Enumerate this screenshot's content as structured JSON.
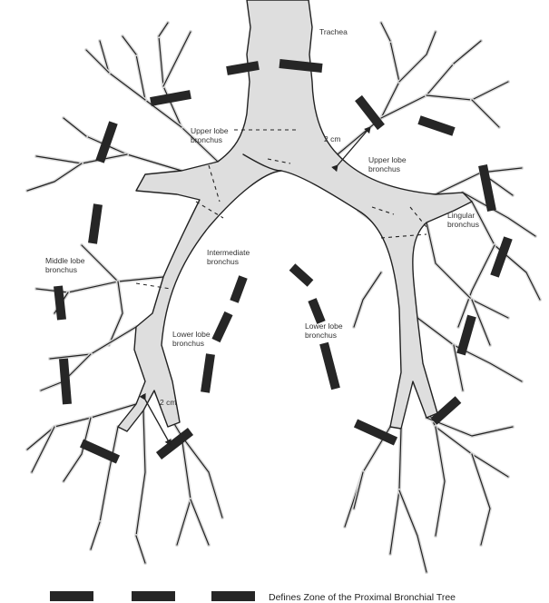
{
  "labels": {
    "trachea": "Trachea",
    "upper_lobe_left": "Upper lobe\nbronchus",
    "upper_lobe_right": "Upper lobe\nbronchus",
    "middle_lobe": "Middle lobe\nbronchus",
    "intermediate": "Intermediate\nbronchus",
    "lower_lobe_left": "Lower lobe\nbronchus",
    "lower_lobe_right": "Lower lobe\nbronchus",
    "lingular": "Lingular\nbronchus",
    "dist_upper": "2 cm",
    "dist_lower": "2 cm"
  },
  "legend": {
    "text": "Defines Zone of the Proximal Bronchial Tree"
  },
  "colors": {
    "zone": "#262626",
    "branch_fill": "#dedede",
    "outline": "#222222"
  }
}
